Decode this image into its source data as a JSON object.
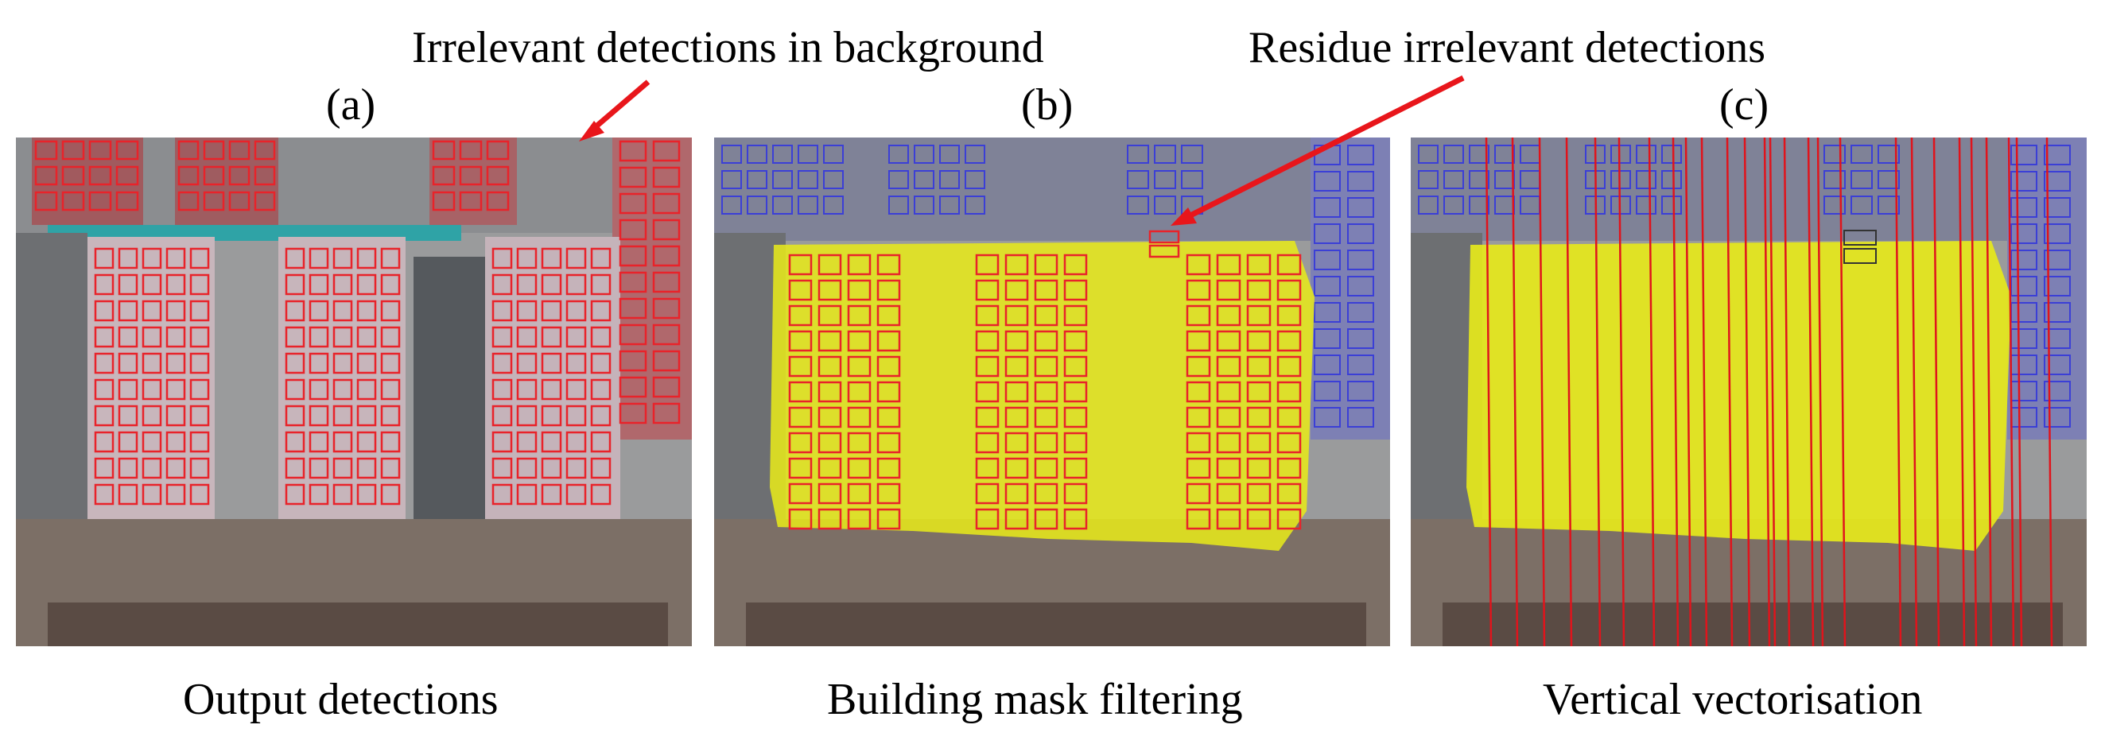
{
  "callouts": {
    "background": "Irrelevant detections in background",
    "residue": "Residue irrelevant detections"
  },
  "panels": [
    {
      "letter": "(a)",
      "caption": "Output detections"
    },
    {
      "letter": "(b)",
      "caption": "Building mask filtering"
    },
    {
      "letter": "(c)",
      "caption": "Vertical vectorisation"
    }
  ],
  "colors": {
    "arrow": "#e8161b",
    "detection_box": "#e8232a",
    "background_box": "#3b3fd6",
    "building_mask": "#e6e81b",
    "vector_line": "#e0141c"
  }
}
